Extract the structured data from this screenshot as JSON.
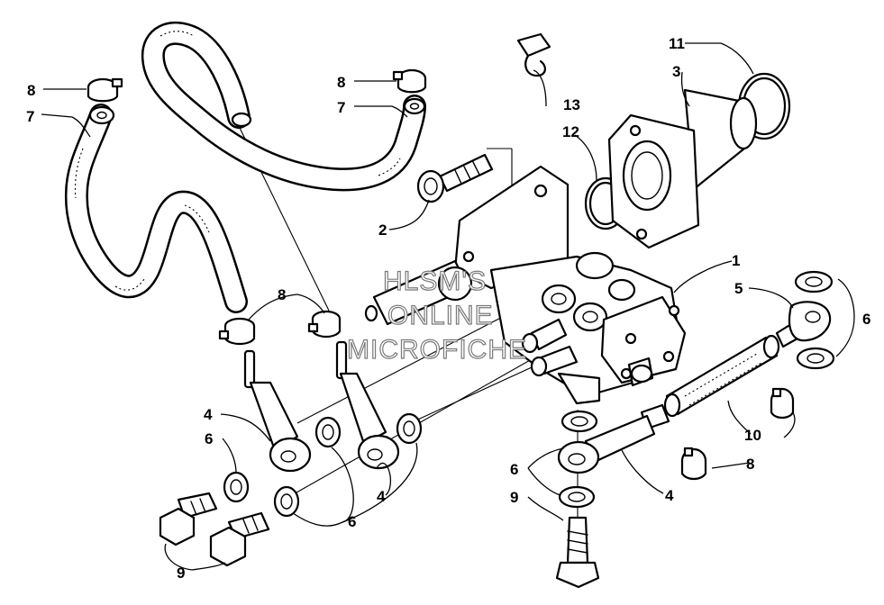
{
  "watermark": {
    "line1": "HLSM'S",
    "line2": "ONLINE",
    "line3": "MICROFICHE"
  },
  "callouts": {
    "c1": "1",
    "c2": "2",
    "c3": "3",
    "c4a": "4",
    "c4b": "4",
    "c4c": "4",
    "c5": "5",
    "c6a": "6",
    "c6b": "6",
    "c6c": "6",
    "c6d": "6",
    "c7a": "7",
    "c7b": "7",
    "c8a": "8",
    "c8b": "8",
    "c8c": "8",
    "c8d": "8",
    "c9a": "9",
    "c9b": "9",
    "c10": "10",
    "c11": "11",
    "c12": "12",
    "c13": "13"
  }
}
